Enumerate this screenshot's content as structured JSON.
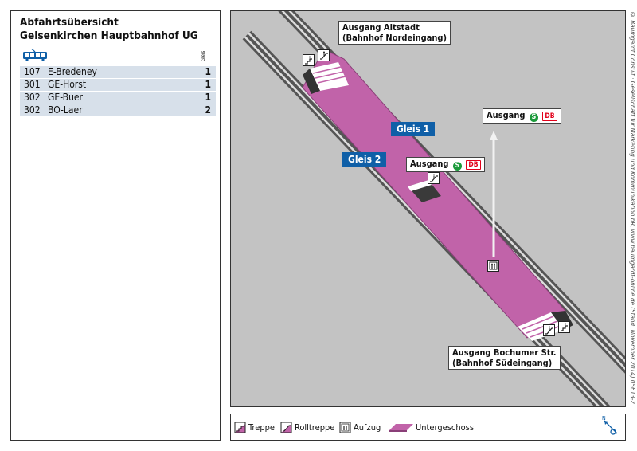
{
  "header": {
    "title_line1": "Abfahrtsübersicht",
    "title_line2": "Gelsenkirchen Hauptbahnhof UG",
    "gleis_column": "Gleis"
  },
  "departures": [
    {
      "line": "107",
      "destination": "E-Bredeney",
      "platform": "1"
    },
    {
      "line": "301",
      "destination": "GE-Horst",
      "platform": "1"
    },
    {
      "line": "302",
      "destination": "GE-Buer",
      "platform": "1"
    },
    {
      "line": "302",
      "destination": "BO-Laer",
      "platform": "2"
    }
  ],
  "map": {
    "exit_north_line1": "Ausgang Altstadt",
    "exit_north_line2": "(Bahnhof Nordeingang)",
    "exit_db_east": "Ausgang",
    "exit_db_center": "Ausgang",
    "exit_south_line1": "Ausgang Bochumer Str.",
    "exit_south_line2": "(Bahnhof Südeingang)",
    "gleis1": "Gleis 1",
    "gleis2": "Gleis 2",
    "s_badge": "S",
    "db_badge": "DB"
  },
  "legend": {
    "stairs": "Treppe",
    "escalator": "Rolltreppe",
    "elevator": "Aufzug",
    "underground": "Untergeschoss",
    "north_letter": "N"
  },
  "credit": "© Baumgardt Consult · Gesellschaft für Marketing und Kommunikation bR, www.baumgardt-online.de (Stand: November 2014) 05613-2",
  "colors": {
    "platform": "#c163a9",
    "platform_dark": "#8a3f78",
    "background": "#c3c3c3",
    "gleis_badge": "#0f5fa7",
    "table_row": "#d7e0ea",
    "s_bahn": "#1a9a3a",
    "db_red": "#e2001a"
  }
}
